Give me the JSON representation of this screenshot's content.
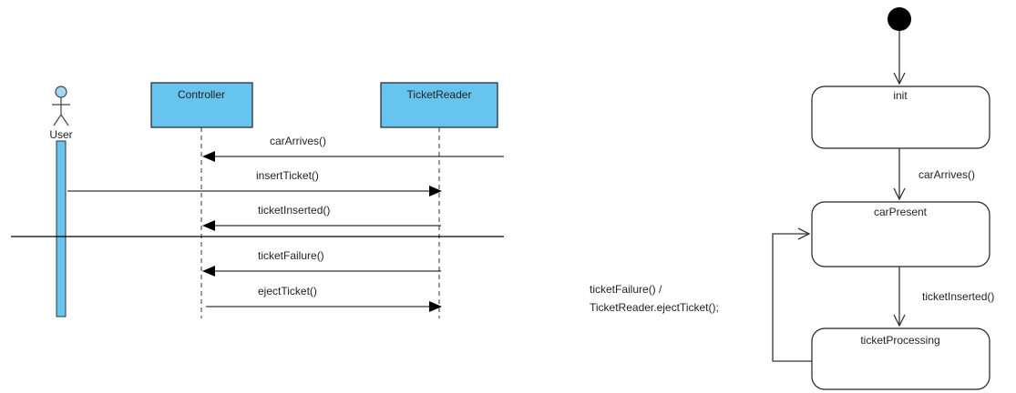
{
  "sequence_diagram": {
    "actor": {
      "label": "User"
    },
    "lifelines": [
      {
        "label": "Controller"
      },
      {
        "label": "TicketReader"
      }
    ],
    "messages": [
      {
        "label": "carArrives()"
      },
      {
        "label": "insertTicket()"
      },
      {
        "label": "ticketInserted()"
      },
      {
        "label": "ticketFailure()"
      },
      {
        "label": "ejectTicket()"
      }
    ]
  },
  "state_diagram": {
    "states": [
      {
        "label": "init"
      },
      {
        "label": "carPresent"
      },
      {
        "label": "ticketProcessing"
      }
    ],
    "transitions": [
      {
        "label": "carArrives()"
      },
      {
        "label": "ticketInserted()"
      },
      {
        "label": "ticketFailure() /",
        "label_line2": "TicketReader.ejectTicket();"
      }
    ]
  },
  "colors": {
    "lifeline_fill": "#67c4ee",
    "actor_head": "#9fd8f2",
    "activation_fill": "#67c4ee",
    "stroke": "#000000",
    "state_fill": "#ffffff",
    "initial_node": "#000000"
  }
}
